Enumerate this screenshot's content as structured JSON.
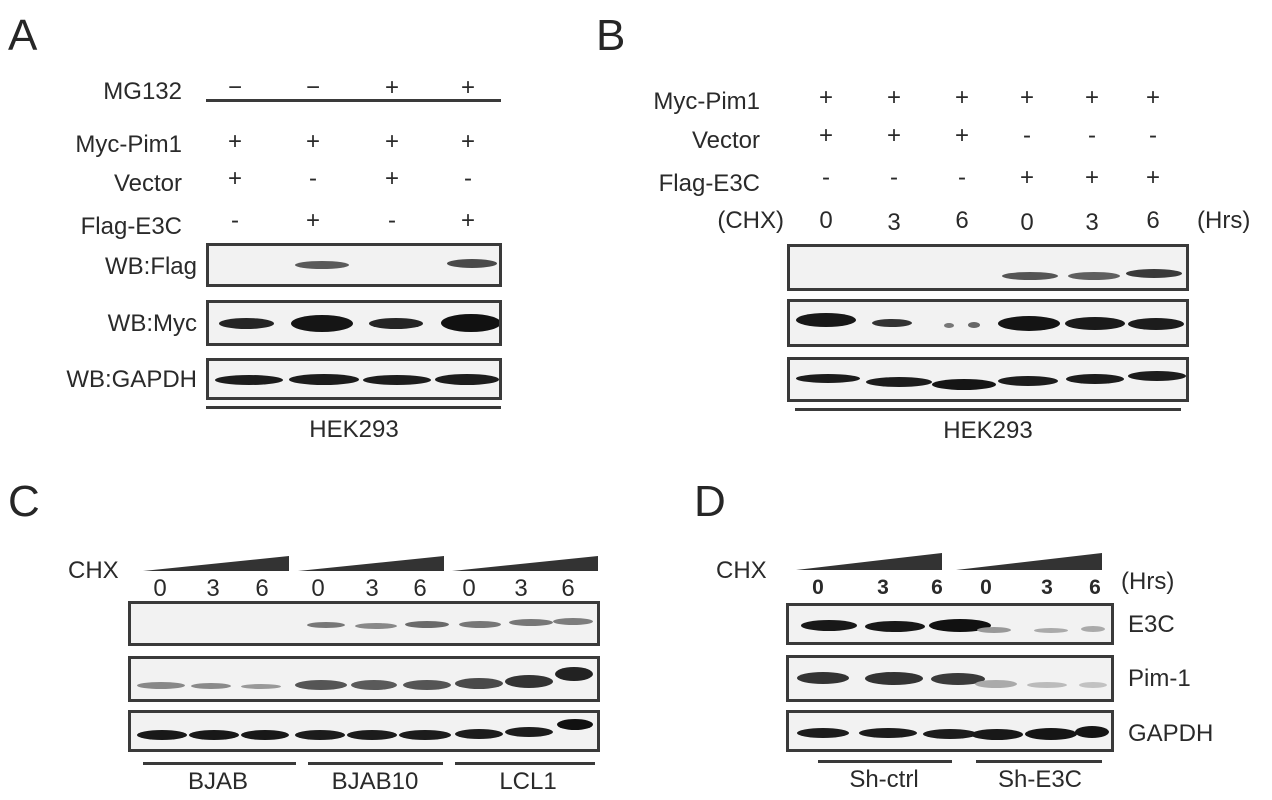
{
  "panels": {
    "A": {
      "label": "A",
      "row_mg132": {
        "label": "MG132",
        "values": [
          "−",
          "−",
          "+",
          "+"
        ]
      },
      "row_myc": {
        "label": "Myc-Pim1",
        "values": [
          "+",
          "+",
          "+",
          "+"
        ]
      },
      "row_vector": {
        "label": "Vector",
        "values": [
          "+",
          "-",
          "+",
          "-"
        ]
      },
      "row_flag": {
        "label": "Flag-E3C",
        "values": [
          "-",
          "+",
          "-",
          "+"
        ]
      },
      "blots": [
        "WB:Flag",
        "WB:Myc",
        "WB:GAPDH"
      ],
      "cell_line": "HEK293"
    },
    "B": {
      "label": "B",
      "row_myc": {
        "label": "Myc-Pim1",
        "values": [
          "+",
          "+",
          "+",
          "+",
          "+",
          "+"
        ]
      },
      "row_vector": {
        "label": "Vector",
        "values": [
          "+",
          "+",
          "+",
          "-",
          "-",
          "-"
        ]
      },
      "row_flag": {
        "label": "Flag-E3C",
        "values": [
          "-",
          "-",
          "-",
          "+",
          "+",
          "+"
        ]
      },
      "row_chx": {
        "label": "(CHX)",
        "values": [
          "0",
          "3",
          "6",
          "0",
          "3",
          "6"
        ],
        "unit": "(Hrs)"
      },
      "cell_line": "HEK293"
    },
    "C": {
      "label": "C",
      "chx_label": "CHX",
      "times": [
        "0",
        "3",
        "6",
        "0",
        "3",
        "6",
        "0",
        "3",
        "6"
      ],
      "groups": [
        "BJAB",
        "BJAB10",
        "LCL1"
      ]
    },
    "D": {
      "label": "D",
      "chx_label": "CHX",
      "times": [
        "0",
        "3",
        "6",
        "0",
        "3",
        "6"
      ],
      "unit": "(Hrs)",
      "blots": [
        "E3C",
        "Pim-1",
        "GAPDH"
      ],
      "groups": [
        "Sh-ctrl",
        "Sh-E3C"
      ]
    }
  }
}
